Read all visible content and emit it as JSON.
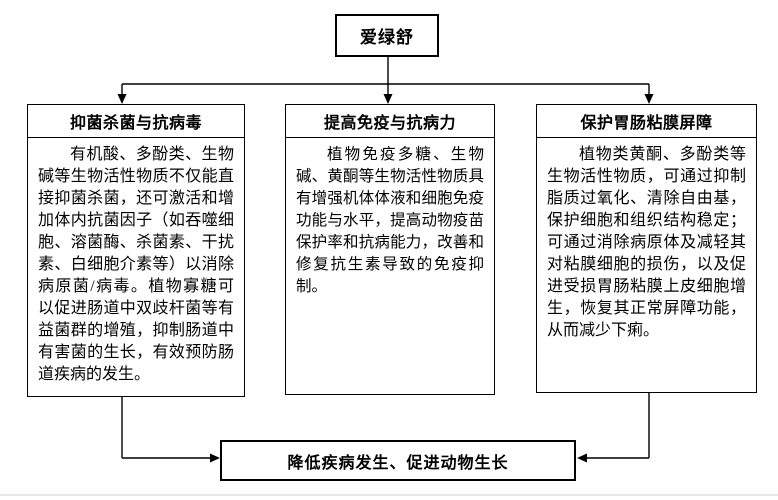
{
  "root": {
    "label": "爱绿舒"
  },
  "branches": [
    {
      "title": "抑菌杀菌与抗病毒",
      "body": "有机酸、多酚类、生物碱等生物活性物质不仅能直接抑菌杀菌，还可激活和增加体内抗菌因子（如吞噬细胞、溶菌酶、杀菌素、干扰素、白细胞介素等）以消除病原菌/病毒。植物寡糖可以促进肠道中双歧杆菌等有益菌群的增殖，抑制肠道中有害菌的生长，有效预防肠道疾病的发生。"
    },
    {
      "title": "提高免疫与抗病力",
      "body": "植物免疫多糖、生物碱、黄酮等生物活性物质具有增强机体体液和细胞免疫功能与水平，提高动物疫苗保护率和抗病能力，改善和修复抗生素导致的免疫抑制。"
    },
    {
      "title": "保护胃肠粘膜屏障",
      "body": "植物类黄酮、多酚类等生物活性物质，可通过抑制脂质过氧化、清除自由基，保护细胞和组织结构稳定；可通过消除病原体及减轻其对粘膜细胞的损伤，以及促进受损胃肠粘膜上皮细胞增生，恢复其正常屏障功能，从而减少下痢。"
    }
  ],
  "outcome": {
    "label": "降低疾病发生、促进动物生长"
  },
  "colors": {
    "line": "#000000",
    "background": "#ffffff",
    "page_rule": "#e7e7e7"
  }
}
